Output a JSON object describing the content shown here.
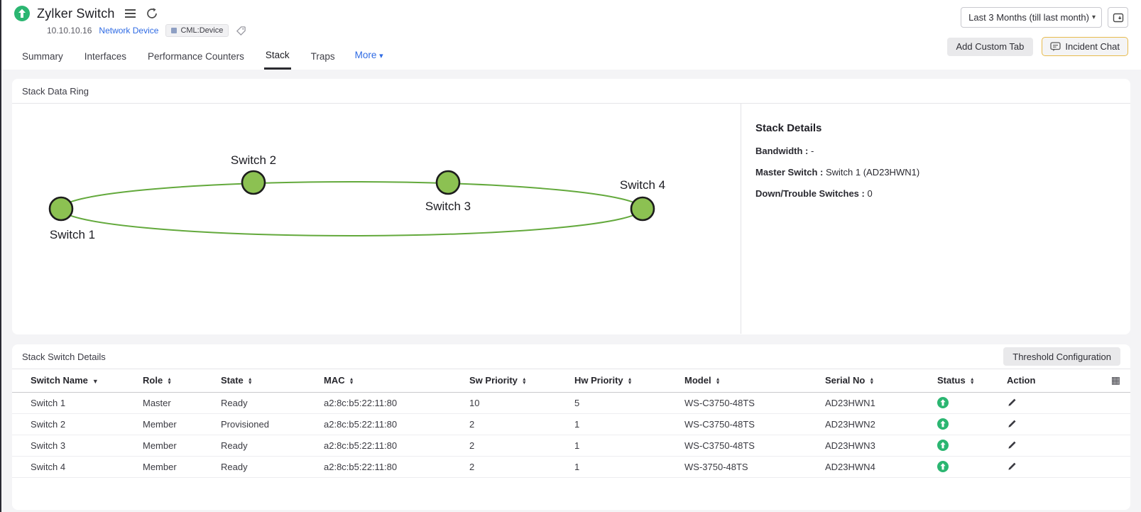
{
  "header": {
    "title": "Zylker Switch",
    "ip": "10.10.10.16",
    "category_link": "Network Device",
    "badge_label": "CML:Device",
    "time_range_value": "Last 3 Months (till last month)",
    "add_custom_tab_label": "Add Custom Tab",
    "incident_chat_label": "Incident Chat"
  },
  "tabs": [
    {
      "label": "Summary"
    },
    {
      "label": "Interfaces"
    },
    {
      "label": "Performance Counters"
    },
    {
      "label": "Stack"
    },
    {
      "label": "Traps"
    },
    {
      "label": "More"
    }
  ],
  "icons": {
    "dropdown_caret": "▾",
    "more_caret": "▾",
    "grid_icon": "▦"
  },
  "ring": {
    "panel_title": "Stack Data Ring",
    "nodes": [
      "Switch 1",
      "Switch 2",
      "Switch 3",
      "Switch 4"
    ],
    "colors": {
      "node_fill": "#8cc152",
      "node_stroke": "#1c1c1c",
      "link": "#63a93c"
    },
    "details": {
      "title": "Stack Details",
      "rows": [
        {
          "label": "Bandwidth :",
          "value": " -"
        },
        {
          "label": "Master Switch :",
          "value": " Switch 1 (AD23HWN1)"
        },
        {
          "label": "Down/Trouble Switches :",
          "value": " 0"
        }
      ]
    }
  },
  "table": {
    "panel_title": "Stack Switch Details",
    "threshold_button_label": "Threshold Configuration",
    "columns": [
      "Switch Name",
      "Role",
      "State",
      "MAC",
      "Sw Priority",
      "Hw Priority",
      "Model",
      "Serial No",
      "Status",
      "Action"
    ],
    "status_color": "#2bb671",
    "rows": [
      {
        "name": "Switch 1",
        "role": "Master",
        "state": "Ready",
        "mac": "a2:8c:b5:22:11:80",
        "sw_priority": "10",
        "hw_priority": "5",
        "model": "WS-C3750-48TS",
        "serial": "AD23HWN1",
        "status": "up"
      },
      {
        "name": "Switch 2",
        "role": "Member",
        "state": "Provisioned",
        "mac": "a2:8c:b5:22:11:80",
        "sw_priority": "2",
        "hw_priority": "1",
        "model": "WS-C3750-48TS",
        "serial": "AD23HWN2",
        "status": "up"
      },
      {
        "name": "Switch 3",
        "role": "Member",
        "state": "Ready",
        "mac": "a2:8c:b5:22:11:80",
        "sw_priority": "2",
        "hw_priority": "1",
        "model": "WS-C3750-48TS",
        "serial": "AD23HWN3",
        "status": "up"
      },
      {
        "name": "Switch 4",
        "role": "Member",
        "state": "Ready",
        "mac": "a2:8c:b5:22:11:80",
        "sw_priority": "2",
        "hw_priority": "1",
        "model": "WS-3750-48TS",
        "serial": "AD23HWN4",
        "status": "up"
      }
    ]
  }
}
